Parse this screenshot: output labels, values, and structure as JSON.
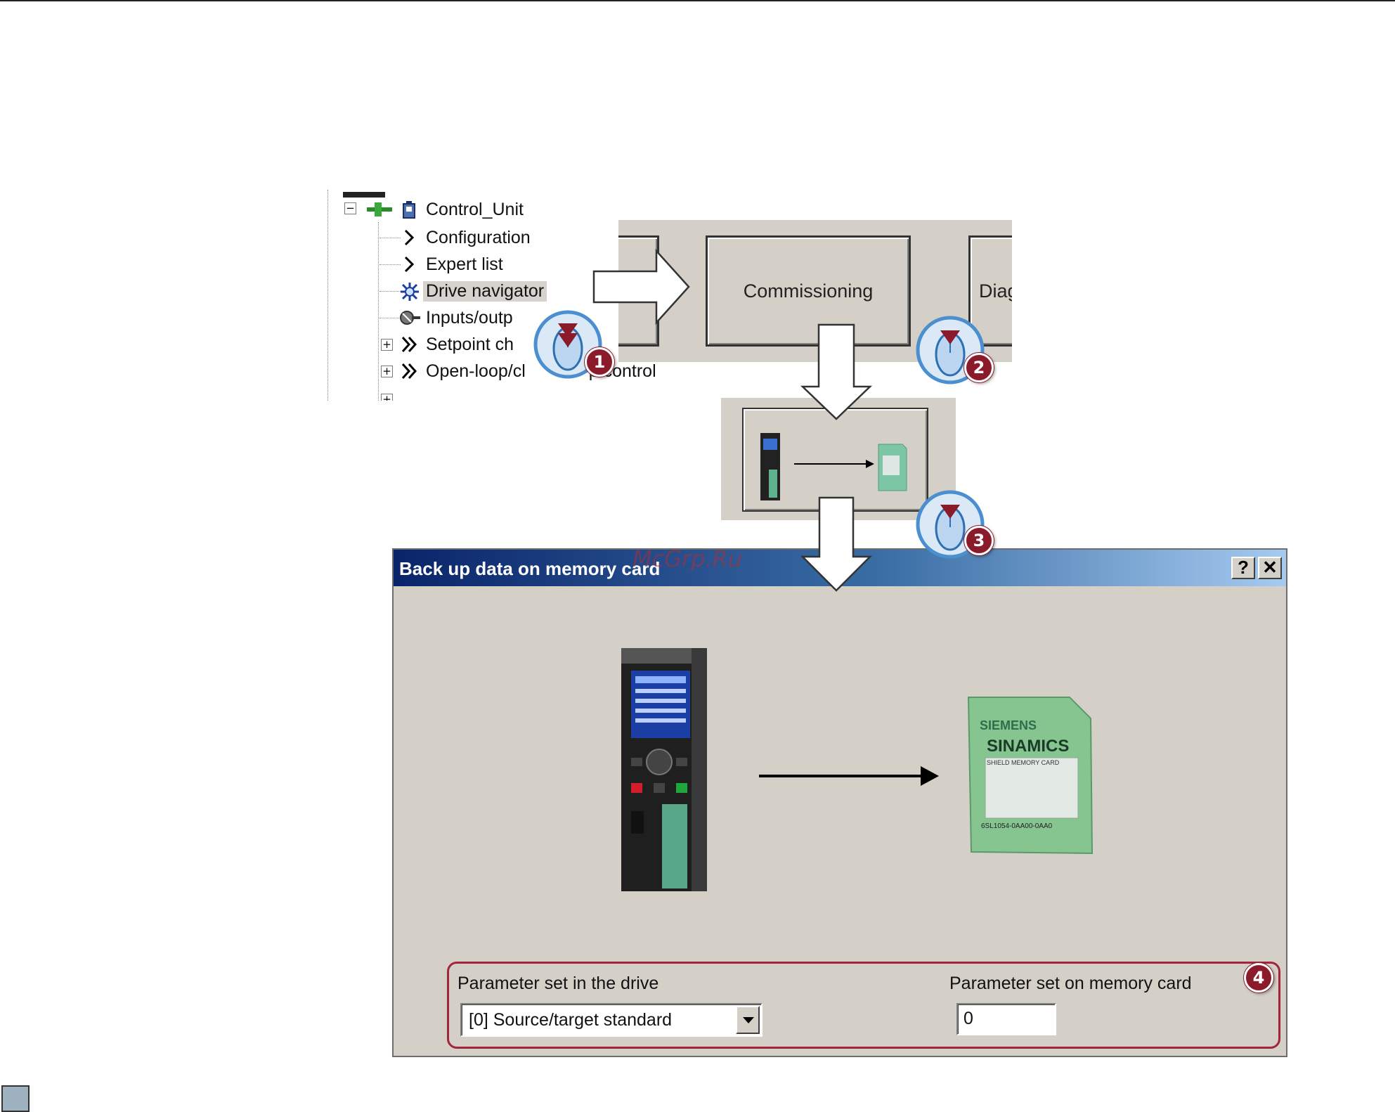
{
  "tree": {
    "root_label": "Control_Unit",
    "items": [
      {
        "label": "Configuration",
        "icon": "chevron-right-icon"
      },
      {
        "label": "Expert list",
        "icon": "chevron-right-icon"
      },
      {
        "label": "Drive navigator",
        "icon": "drive-navigator-icon",
        "selected": true
      },
      {
        "label": "Inputs/outp",
        "icon": "io-connector-icon"
      },
      {
        "label": "Setpoint ch",
        "icon": "double-chevron-icon"
      },
      {
        "label": "Open-loop/cl",
        "suffix": "p control",
        "icon": "double-chevron-icon"
      }
    ]
  },
  "buttons": {
    "commissioning": "Commissioning",
    "diagnostics_partial": "Diag"
  },
  "dialog": {
    "title": "Back up data on memory card",
    "help_button": "?",
    "close_button": "✕",
    "card": {
      "brand": "SIEMENS",
      "product": "SINAMICS",
      "subtitle": "SHIELD MEMORY CARD",
      "part_number": "6SL1054-0AA00-0AA0"
    },
    "params": {
      "drive_label": "Parameter set in the drive",
      "drive_value": "[0] Source/target standard",
      "card_label": "Parameter set on memory card",
      "card_value": "0"
    }
  },
  "callouts": [
    "1",
    "2",
    "3",
    "4"
  ],
  "watermark": "McGrp.Ru",
  "colors": {
    "badge": "#8b1a2b",
    "window_bg": "#d4d0c8",
    "titlebar_start": "#0a246a",
    "titlebar_end": "#a6caf0",
    "highlight_border": "#a4243b"
  }
}
